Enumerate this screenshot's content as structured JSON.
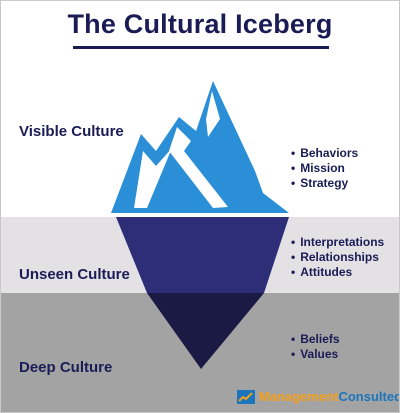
{
  "title": "The Cultural Iceberg",
  "colors": {
    "navy": "#1b1c55",
    "tip_blue": "#2a8fd6",
    "underwater_top": "#2d2d78",
    "underwater_deep": "#1b1a45",
    "mid_band": "#e4e1e5",
    "deep_band": "#a3a3a3",
    "logo_orange": "#f4a01c",
    "logo_blue": "#1b75bc"
  },
  "layers": {
    "visible": {
      "label": "Visible Culture",
      "items": [
        "Behaviors",
        "Mission",
        "Strategy"
      ]
    },
    "unseen": {
      "label": "Unseen Culture",
      "items": [
        "Interpretations",
        "Relationships",
        "Attitudes"
      ]
    },
    "deep": {
      "label": "Deep Culture",
      "items": [
        "Beliefs",
        "Values"
      ]
    }
  },
  "logo": {
    "part1": "Management",
    "part2": "Consulted",
    "icon": "chart-logo-icon"
  }
}
